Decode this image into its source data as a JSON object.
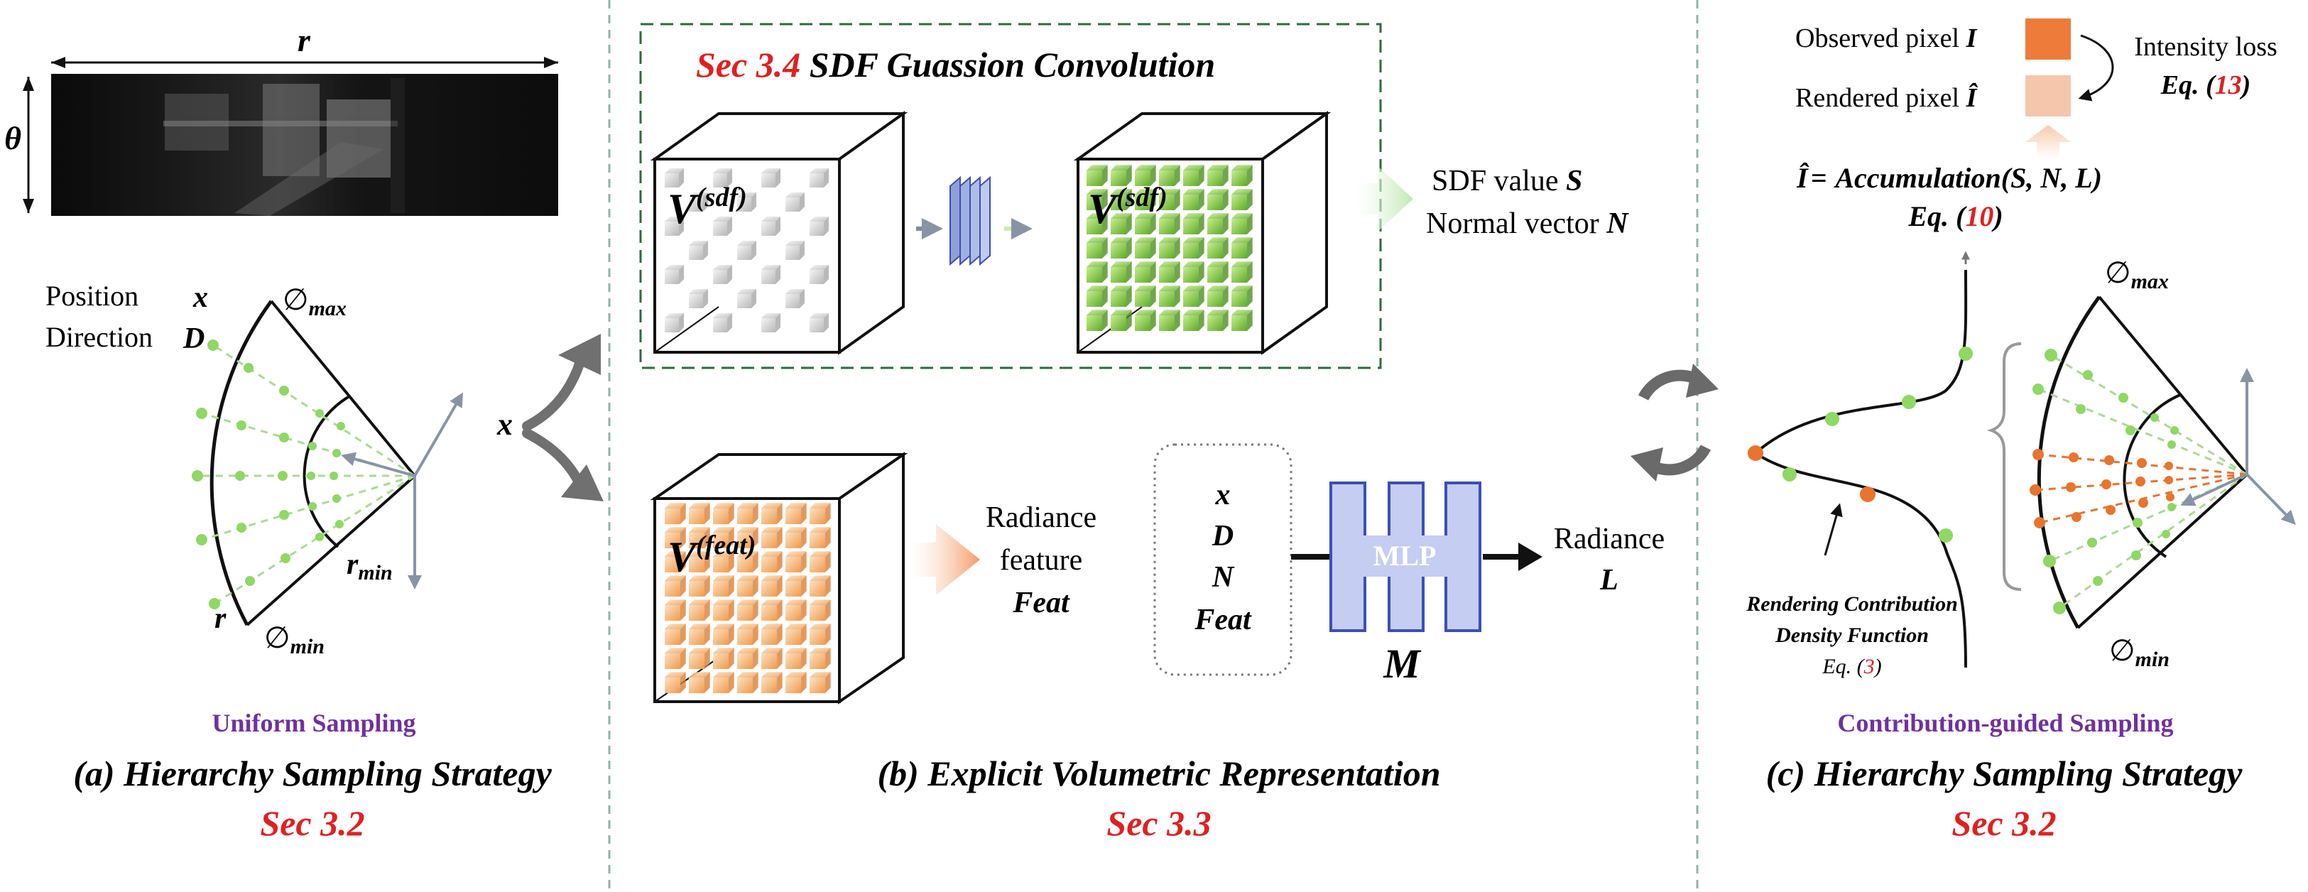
{
  "colors": {
    "red": "#e02020",
    "purple": "#7030a0",
    "green_dot": "#8ed863",
    "orange_dot": "#e8742e",
    "box_dash": "#2e6b3a",
    "divider": "#8fb4aa",
    "mlp_fill": "#c5cdf2",
    "mlp_edge": "#3b4fb8",
    "observed": "#ef7b3a",
    "rendered": "#f6c6ac"
  },
  "panel_a": {
    "r_label": "r",
    "theta_label": "θ",
    "position_label": "Position",
    "position_var": "x",
    "direction_label": "Direction",
    "direction_var": "D",
    "phi_max_sym": "∅",
    "phi_max_sub": "max",
    "phi_min_sym": "∅",
    "phi_min_sub": "min",
    "r_min_sym": "r",
    "r_min_sub": "min",
    "r_var": "r",
    "x_var": "x",
    "sampling_label": "Uniform Sampling",
    "caption": "(a) Hierarchy Sampling Strategy",
    "section": "Sec 3.2"
  },
  "panel_b": {
    "box_title_sec": "Sec 3.4",
    "box_title_rest": "SDF Guassion Convolution",
    "v_sym": "V",
    "v_sdf_sup": "(sdf)",
    "v_feat_sup": "(feat)",
    "sdf_value_label": "SDF value",
    "sdf_value_var": "S",
    "normal_label": "Normal vector",
    "normal_var": "N",
    "radiance_feature_line1": "Radiance",
    "radiance_feature_line2": "feature",
    "radiance_feature_var": "Feat",
    "inputs": [
      "x",
      "D",
      "N",
      "Feat"
    ],
    "mlp_label": "MLP",
    "mlp_var": "M",
    "radiance_label": "Radiance",
    "radiance_var": "L",
    "caption": "(b) Explicit Volumetric Representation",
    "section": "Sec 3.3"
  },
  "panel_c": {
    "observed_label": "Observed pixel",
    "observed_var": "I",
    "rendered_label": "Rendered pixel",
    "rendered_var": "Î",
    "loss_label": "Intensity loss",
    "loss_eq_prefix": "Eq. (",
    "loss_eq_num": "13",
    "loss_eq_suffix": ")",
    "accum_lhs": "Î",
    "accum_eq": "=",
    "accum_formula": "Accumulation(S, N, L)",
    "accum_eq_prefix": "Eq. (",
    "accum_eq_num": "10",
    "accum_eq_suffix": ")",
    "density_line1": "Rendering Contribution",
    "density_line2": "Density Function",
    "density_eq_prefix": "Eq. (",
    "density_eq_num": "3",
    "density_eq_suffix": ")",
    "phi_max_sym": "∅",
    "phi_max_sub": "max",
    "phi_min_sym": "∅",
    "phi_min_sub": "min",
    "sampling_label": "Contribution-guided Sampling",
    "caption": "(c) Hierarchy Sampling Strategy",
    "section": "Sec 3.2"
  }
}
